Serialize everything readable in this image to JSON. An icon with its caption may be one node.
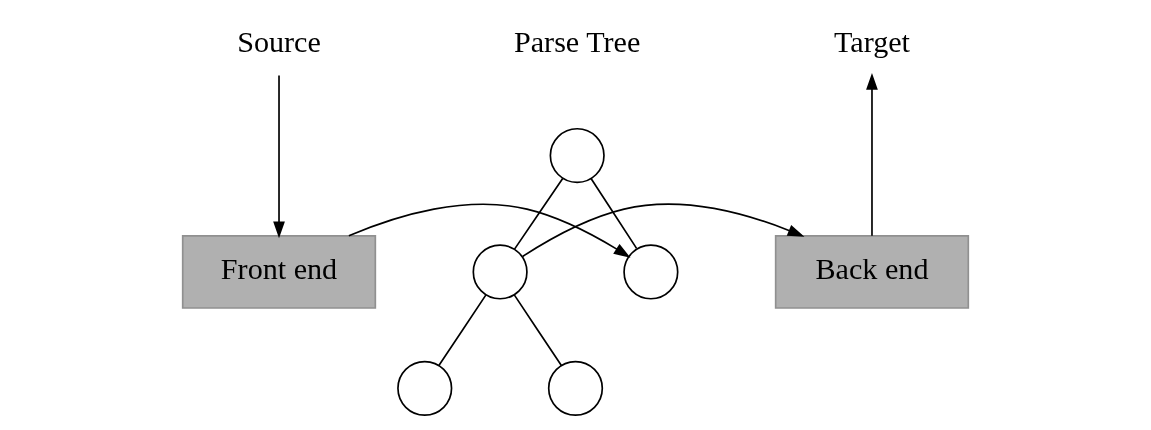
{
  "diagram": {
    "nodes": [
      {
        "text": [
          "Source"
        ]
      },
      {
        "text": [
          "Front end"
        ]
      },
      {
        "text": [],
        "shape": "circle"
      },
      {
        "text": [],
        "shape": "circle"
      },
      {
        "text": [],
        "shape": "circle"
      },
      {
        "text": [],
        "shape": "circle"
      },
      {
        "text": [],
        "shape": "circle"
      },
      {
        "text": [
          "Back end"
        ]
      },
      {
        "text": [
          "Target"
        ]
      }
    ],
    "edges": [
      {
        "from": 0,
        "to": 1,
        "arrow": "to"
      },
      {
        "from": 1,
        "to": 3,
        "arrow": "to"
      },
      {
        "from": 4,
        "to": 7,
        "arrow": "to"
      },
      {
        "from": 7,
        "to": 8,
        "arrow": "to"
      },
      {
        "from": 2,
        "to": 3,
        "arrow": "none"
      },
      {
        "from": 2,
        "to": 4,
        "arrow": "none"
      },
      {
        "from": 4,
        "to": 5,
        "arrow": "none"
      },
      {
        "from": 4,
        "to": 6,
        "arrow": "none"
      }
    ],
    "labels": [
      "Parse Tree"
    ]
  }
}
